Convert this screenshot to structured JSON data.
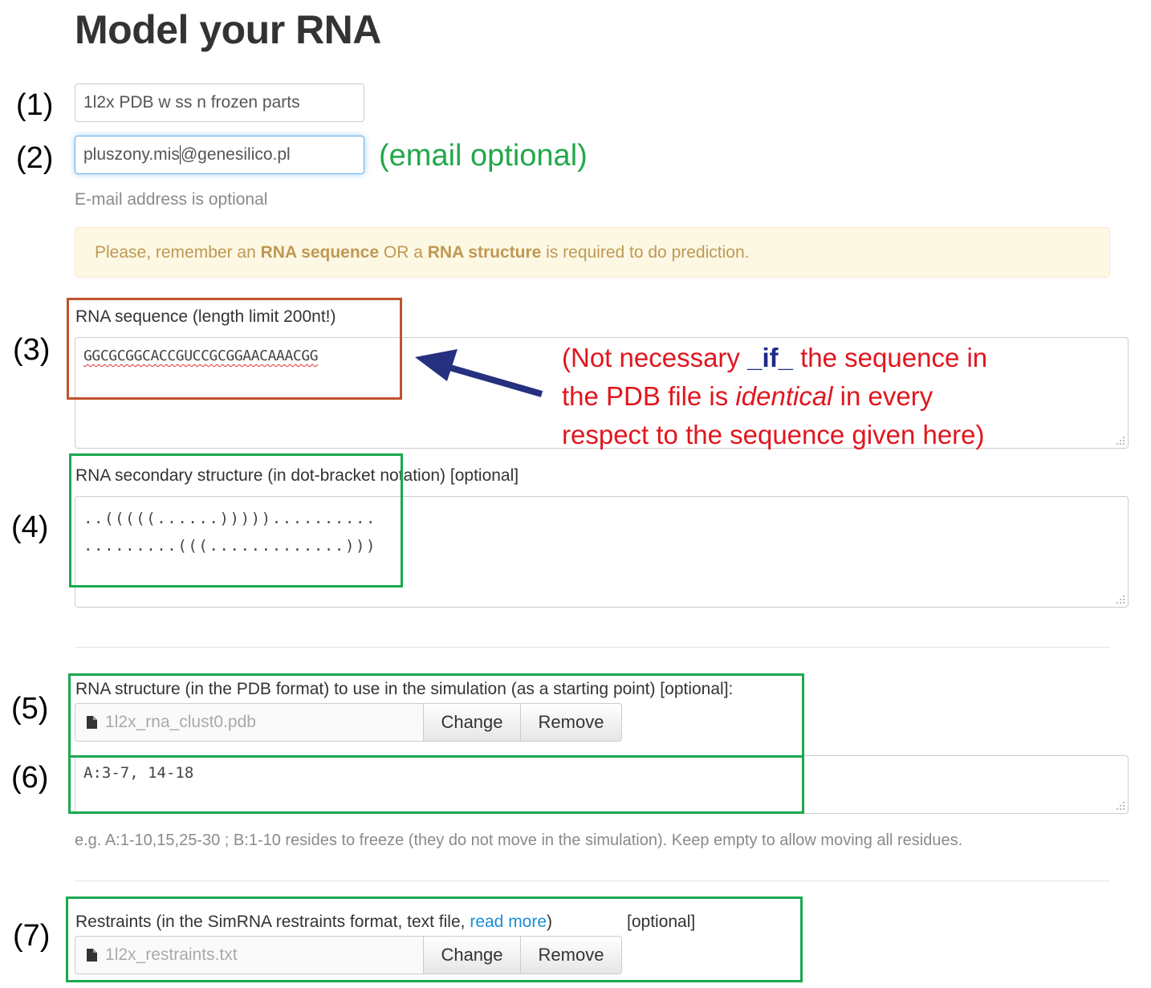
{
  "page": {
    "title": "Model your RNA"
  },
  "markers": [
    "(1)",
    "(2)",
    "(3)",
    "(4)",
    "(5)",
    "(6)",
    "(7)"
  ],
  "job_name": {
    "value": "1l2x PDB w ss n frozen parts"
  },
  "email": {
    "value_before_caret": "pluszony.mis",
    "value_after_caret": "@genesilico.pl",
    "help": "E-mail address is optional",
    "annotation": "(email optional)"
  },
  "alert": {
    "part1": "Please, remember an ",
    "bold1": "RNA sequence",
    "part2": " OR a ",
    "bold2": "RNA structure",
    "part3": " is required to do prediction."
  },
  "sequence": {
    "label": "RNA sequence (length limit 200nt!)",
    "value": "GGCGCGGCACCGUCCGCGGAACAAACGG",
    "annotation_part1": "(Not necessary ",
    "annotation_if": "_if_",
    "annotation_part2": " the sequence in",
    "annotation_line2a": "the PDB file is ",
    "annotation_italic": "identical",
    "annotation_line2b": " in every",
    "annotation_line3": "respect to the sequence given here)"
  },
  "secondary_structure": {
    "label": "RNA secondary structure (in dot-bracket notation) [optional]",
    "line1": "..(((((......)))))..........",
    "line2": ".........(((.............)))"
  },
  "pdb_structure": {
    "label": "RNA structure (in the PDB format) to use in the simulation (as a starting point) [optional]:",
    "filename": "1l2x_rna_clust0.pdb",
    "change": "Change",
    "remove": "Remove"
  },
  "frozen": {
    "value": "A:3-7, 14-18",
    "help": "e.g. A:1-10,15,25-30 ; B:1-10 resides to freeze (they do not move in the simulation). Keep empty to allow moving all residues."
  },
  "restraints": {
    "label_part1": "Restraints (in the SimRNA restraints format, text file, ",
    "link": "read more",
    "label_part2": ")",
    "optional": "[optional]",
    "filename": "1l2x_restraints.txt",
    "change": "Change",
    "remove": "Remove"
  },
  "colors": {
    "annotation_red": "#e0161e",
    "annotation_green": "#22a84a",
    "box_green": "#1aa84e",
    "box_red": "#c0522c",
    "arrow": "#25307e"
  }
}
